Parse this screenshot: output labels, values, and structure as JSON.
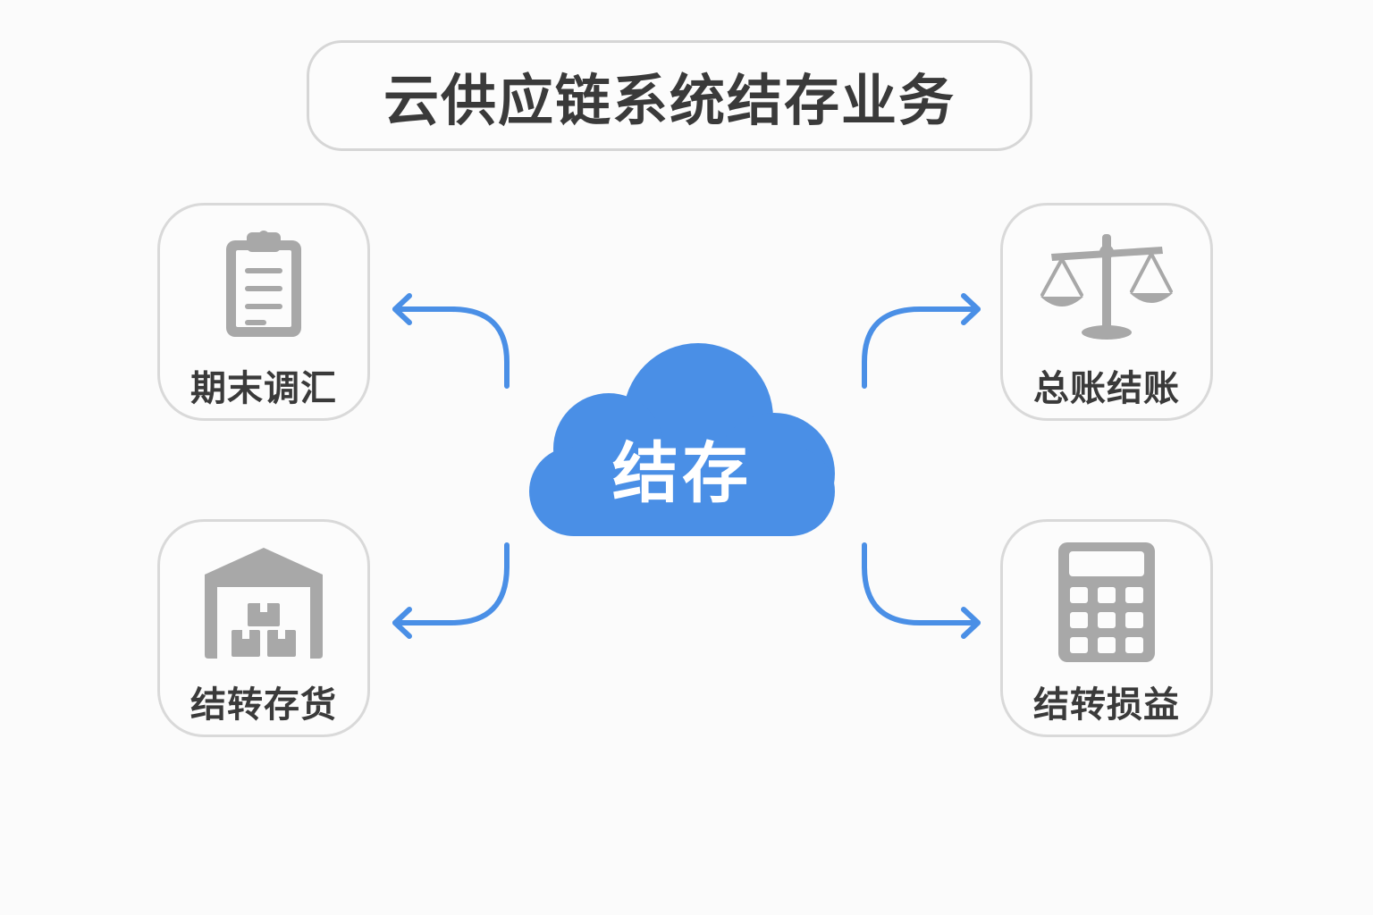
{
  "title": "云供应链系统结存业务",
  "center": {
    "label": "结存",
    "icon": "cloud-icon",
    "color": "#4a8fe6"
  },
  "cards": {
    "top_left": {
      "label": "期末调汇",
      "icon": "clipboard-icon"
    },
    "bottom_left": {
      "label": "结转存货",
      "icon": "warehouse-icon"
    },
    "top_right": {
      "label": "总账结账",
      "icon": "balance-scale-icon"
    },
    "bottom_right": {
      "label": "结转损益",
      "icon": "calculator-icon"
    }
  },
  "colors": {
    "arrow": "#4a8fe6",
    "icon": "#a8a8a8",
    "text": "#3a3a3a",
    "border": "#d8d8d8"
  }
}
